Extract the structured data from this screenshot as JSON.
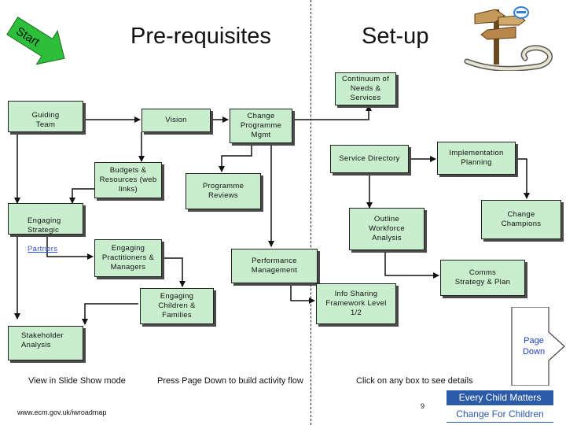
{
  "headings": {
    "prerequisites": "Pre-requisites",
    "setup": "Set-up"
  },
  "start_arrow": {
    "label": "Start",
    "color": "#2ebf3a"
  },
  "signpost": {
    "icon": "signpost-icon"
  },
  "nodes": {
    "continuum": "Continuum of\nNeeds &\nServices",
    "guiding_team": "Guiding\nTeam",
    "vision": "Vision",
    "change_programme": "Change\nProgramme\nMgmt",
    "service_directory": "Service Directory",
    "implementation_planning": "Implementation\nPlanning",
    "budgets": "Budgets &\nResources (web\nlinks)",
    "programme_reviews": "Programme\nReviews",
    "engaging_strategic": "Engaging\nStrategic",
    "engaging_strategic_link": "Partners",
    "outline_workforce": "Outline\nWorkforce\nAnalysis",
    "change_champions": "Change\nChampions",
    "engaging_practitioners": "Engaging\nPractitioners &\nManagers",
    "performance_management": "Performance\nManagement",
    "comms_strategy": "Comms\nStrategy & Plan",
    "engaging_children": "Engaging\nChildren &\nFamilies",
    "info_sharing": "Info Sharing\nFramework Level\n1/2",
    "stakeholder_analysis": "Stakeholder\nAnalysis"
  },
  "page_down": {
    "label": "Page\nDown",
    "color": "#1a3fbf"
  },
  "footer": {
    "slide_show": "View in Slide Show mode",
    "press_page_down": "Press Page Down to build activity flow",
    "click_any_box": "Click on any box to see details",
    "url": "www.ecm.gov.uk/iwroadmap",
    "page_number": "9"
  },
  "logo": {
    "line1": "Every Child Matters",
    "line2": "Change For Children"
  },
  "colors": {
    "box_fill": "#c9eecd",
    "box_border": "#222222",
    "logo_blue": "#2b5aa8"
  }
}
